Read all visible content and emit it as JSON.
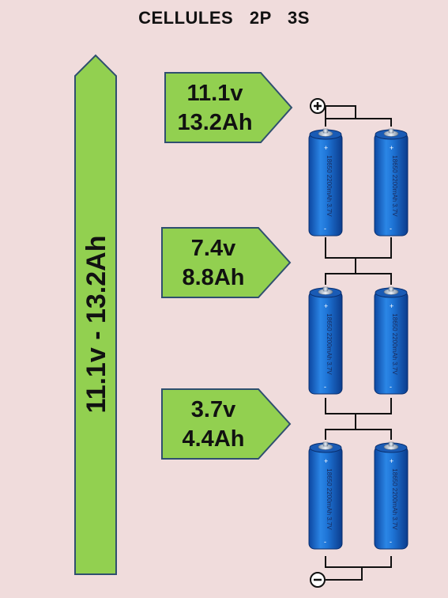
{
  "title": "CELLULES   2P 3S",
  "total_label": "11.1v - 13.2Ah",
  "levels": [
    {
      "voltage": "11.1v",
      "capacity": "13.2Ah"
    },
    {
      "voltage": "7.4v",
      "capacity": "8.8Ah"
    },
    {
      "voltage": "3.7v",
      "capacity": "4.4Ah"
    }
  ],
  "cell_label": "18650 2200mAh 3.7V",
  "terminals": {
    "positive": "+",
    "negative": "−"
  },
  "colors": {
    "background": "#f0dcdc",
    "arrow_fill": "#92d050",
    "arrow_stroke": "#2f4f6f",
    "cell_blue": "#1565c0",
    "wire": "#111111"
  }
}
